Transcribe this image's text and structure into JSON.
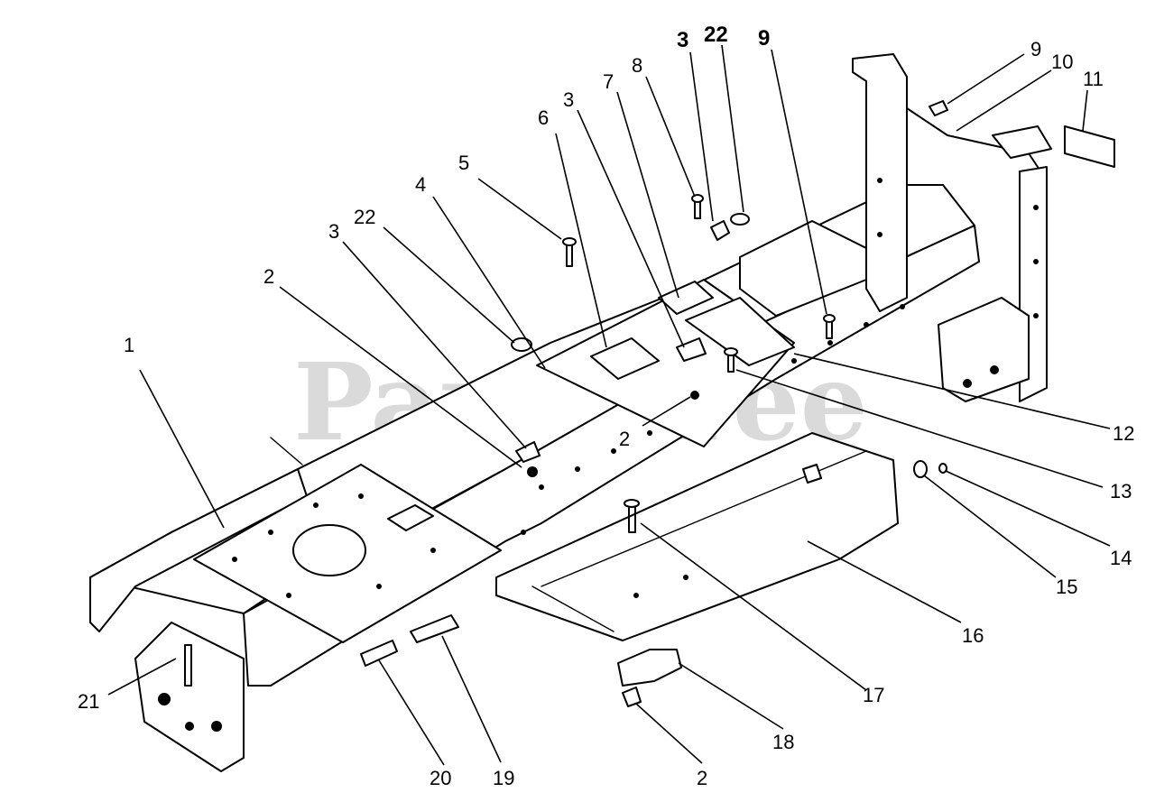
{
  "watermark": "PartsTree",
  "callouts": [
    {
      "id": "c1",
      "label": "1"
    },
    {
      "id": "c2a",
      "label": "2"
    },
    {
      "id": "c3a",
      "label": "3"
    },
    {
      "id": "c22a",
      "label": "22"
    },
    {
      "id": "c4",
      "label": "4"
    },
    {
      "id": "c5",
      "label": "5"
    },
    {
      "id": "c6",
      "label": "6"
    },
    {
      "id": "c3b",
      "label": "3"
    },
    {
      "id": "c7",
      "label": "7"
    },
    {
      "id": "c8",
      "label": "8"
    },
    {
      "id": "c3c",
      "label": "3"
    },
    {
      "id": "c22b",
      "label": "22"
    },
    {
      "id": "c9a",
      "label": "9"
    },
    {
      "id": "c9b",
      "label": "9"
    },
    {
      "id": "c10",
      "label": "10"
    },
    {
      "id": "c11",
      "label": "11"
    },
    {
      "id": "c12",
      "label": "12"
    },
    {
      "id": "c13",
      "label": "13"
    },
    {
      "id": "c14",
      "label": "14"
    },
    {
      "id": "c15",
      "label": "15"
    },
    {
      "id": "c16",
      "label": "16"
    },
    {
      "id": "c17",
      "label": "17"
    },
    {
      "id": "c18",
      "label": "18"
    },
    {
      "id": "c2b",
      "label": "2"
    },
    {
      "id": "c2c",
      "label": "2"
    },
    {
      "id": "c19",
      "label": "19"
    },
    {
      "id": "c20",
      "label": "20"
    },
    {
      "id": "c21",
      "label": "21"
    }
  ]
}
